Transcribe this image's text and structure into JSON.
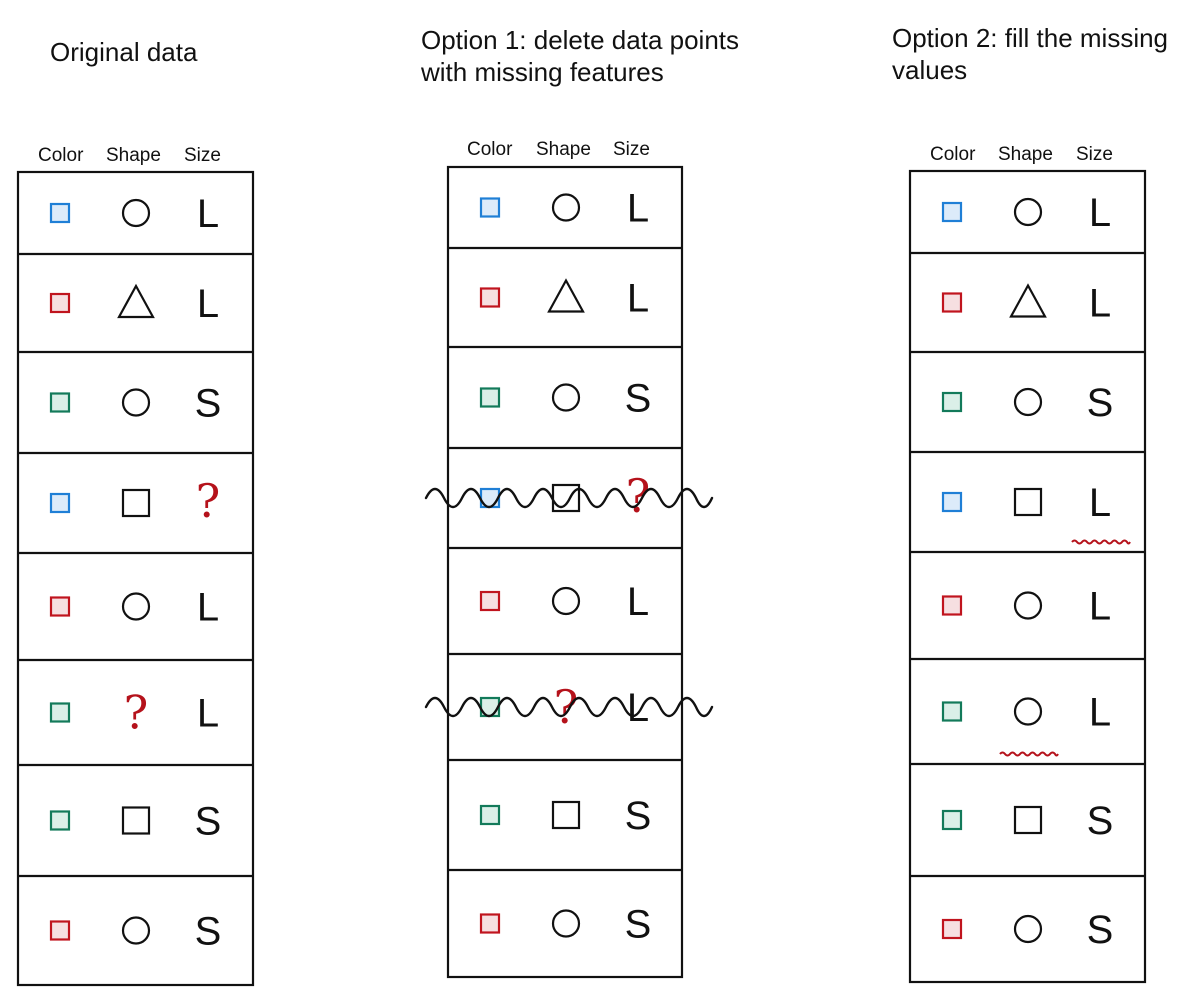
{
  "colors": {
    "blue": {
      "stroke": "#1f7fd6",
      "fill": "#dcebfa"
    },
    "red": {
      "stroke": "#c0141e",
      "fill": "#f6dfe1"
    },
    "green": {
      "stroke": "#137a5a",
      "fill": "#dbefe8"
    },
    "missing": "#b5121b"
  },
  "panels": [
    {
      "title": "Original data",
      "headers": [
        "Color",
        "Shape",
        "Size"
      ],
      "rows": [
        {
          "color": "blue",
          "shape": "circle",
          "size": "L"
        },
        {
          "color": "red",
          "shape": "triangle",
          "size": "L"
        },
        {
          "color": "green",
          "shape": "circle",
          "size": "S"
        },
        {
          "color": "blue",
          "shape": "square",
          "size": "?"
        },
        {
          "color": "red",
          "shape": "circle",
          "size": "L"
        },
        {
          "color": "green",
          "shape": "?",
          "size": "L"
        },
        {
          "color": "green",
          "shape": "square",
          "size": "S"
        },
        {
          "color": "red",
          "shape": "circle",
          "size": "S"
        }
      ]
    },
    {
      "title": "Option 1: delete data points\nwith missing features",
      "headers": [
        "Color",
        "Shape",
        "Size"
      ],
      "rows": [
        {
          "color": "blue",
          "shape": "circle",
          "size": "L"
        },
        {
          "color": "red",
          "shape": "triangle",
          "size": "L"
        },
        {
          "color": "green",
          "shape": "circle",
          "size": "S"
        },
        {
          "color": "blue",
          "shape": "square",
          "size": "?",
          "deleted": true
        },
        {
          "color": "red",
          "shape": "circle",
          "size": "L"
        },
        {
          "color": "green",
          "shape": "?",
          "size": "L",
          "deleted": true
        },
        {
          "color": "green",
          "shape": "square",
          "size": "S"
        },
        {
          "color": "red",
          "shape": "circle",
          "size": "S"
        }
      ]
    },
    {
      "title": "Option 2: fill the missing\nvalues",
      "headers": [
        "Color",
        "Shape",
        "Size"
      ],
      "rows": [
        {
          "color": "blue",
          "shape": "circle",
          "size": "L"
        },
        {
          "color": "red",
          "shape": "triangle",
          "size": "L"
        },
        {
          "color": "green",
          "shape": "circle",
          "size": "S"
        },
        {
          "color": "blue",
          "shape": "square",
          "size": "L",
          "filled": "size"
        },
        {
          "color": "red",
          "shape": "circle",
          "size": "L"
        },
        {
          "color": "green",
          "shape": "circle",
          "size": "L",
          "filled": "shape"
        },
        {
          "color": "green",
          "shape": "square",
          "size": "S"
        },
        {
          "color": "red",
          "shape": "circle",
          "size": "S"
        }
      ]
    }
  ]
}
